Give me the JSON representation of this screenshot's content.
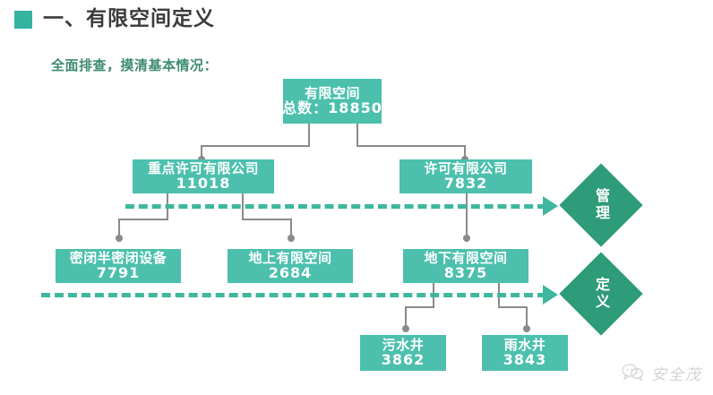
{
  "heading": {
    "bullet_color": "#34b3a0",
    "text": "一、有限空间定义"
  },
  "subtitle": {
    "text": "全面排查，摸清基本情况：",
    "color": "#3f8a73"
  },
  "palette": {
    "node_fill": "#4cc0ad",
    "diamond_fill": "#2e9b79",
    "connector": "#8a8a8a",
    "dashed": "#3fb79f",
    "node_text": "#ffffff",
    "heading_text": "#3b3b3b",
    "background": "#ffffff"
  },
  "nodes": {
    "root": {
      "label": "有限空间",
      "value": "总数：18850"
    },
    "level2": [
      {
        "label": "重点许可有限公司",
        "value": "11018"
      },
      {
        "label": "许可有限公司",
        "value": "7832"
      }
    ],
    "level3": [
      {
        "label": "密闭半密闭设备",
        "value": "7791"
      },
      {
        "label": "地上有限空间",
        "value": "2684"
      },
      {
        "label": "地下有限空间",
        "value": "8375"
      }
    ],
    "level4": [
      {
        "label": "污水井",
        "value": "3862"
      },
      {
        "label": "雨水井",
        "value": "3843"
      }
    ]
  },
  "diamonds": [
    {
      "text": "管理"
    },
    {
      "text": "定义"
    }
  ],
  "watermark": {
    "icon": "wechat-bubble-icon",
    "text": "安全茂"
  }
}
